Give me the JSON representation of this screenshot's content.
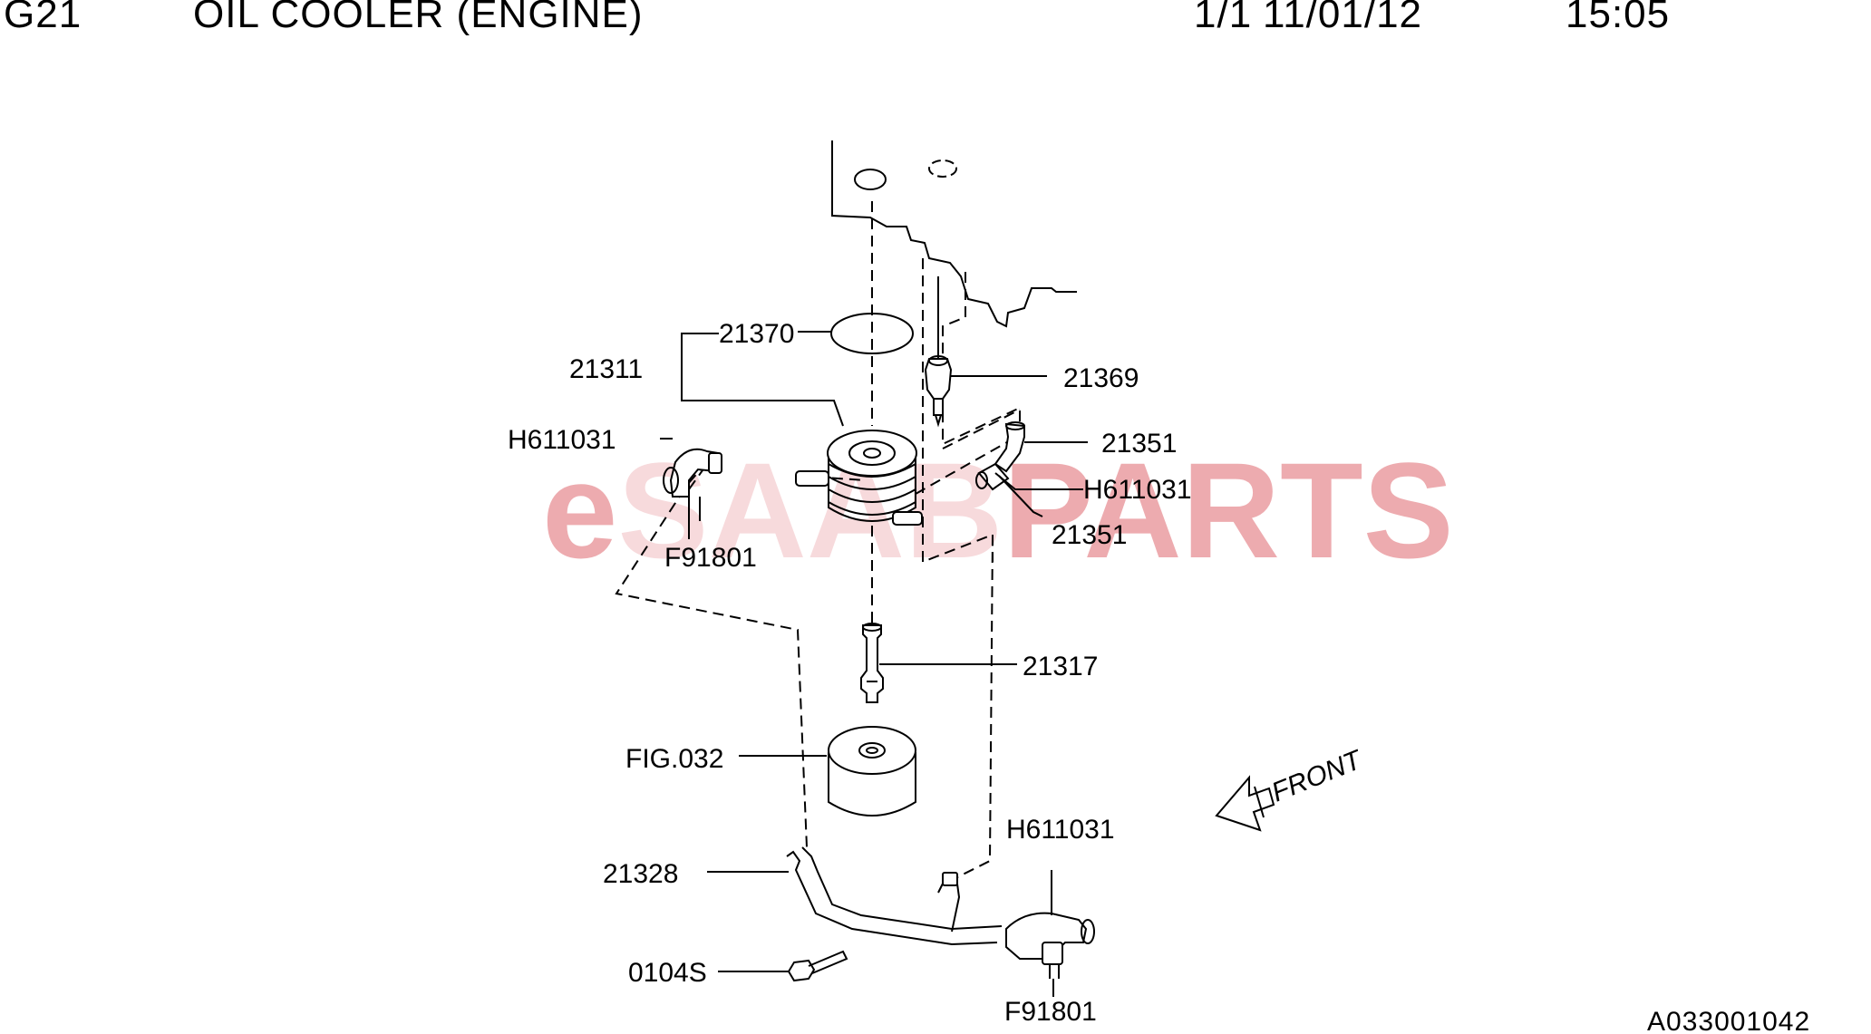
{
  "header": {
    "code": "G21",
    "title": "OIL COOLER (ENGINE)",
    "page": "1/1",
    "date": "11/01/12",
    "time": "15:05"
  },
  "watermark": {
    "prefix": "e",
    "middle": "SAAB",
    "suffix": "PARTS",
    "color": "#e9969b"
  },
  "callouts": {
    "c21370": "21370",
    "c21311": "21311",
    "c21369": "21369",
    "cH611031_left": "H611031",
    "c21351_upper": "21351",
    "cH611031_right": "H611031",
    "c21351_lower": "21351",
    "cF91801_left": "F91801",
    "c21317": "21317",
    "cFIG032": "FIG.032",
    "cH611031_bottom": "H611031",
    "c21328": "21328",
    "c0104S": "0104S",
    "cF91801_bottom": "F91801"
  },
  "front_label": "FRONT",
  "reference": "A033001042"
}
